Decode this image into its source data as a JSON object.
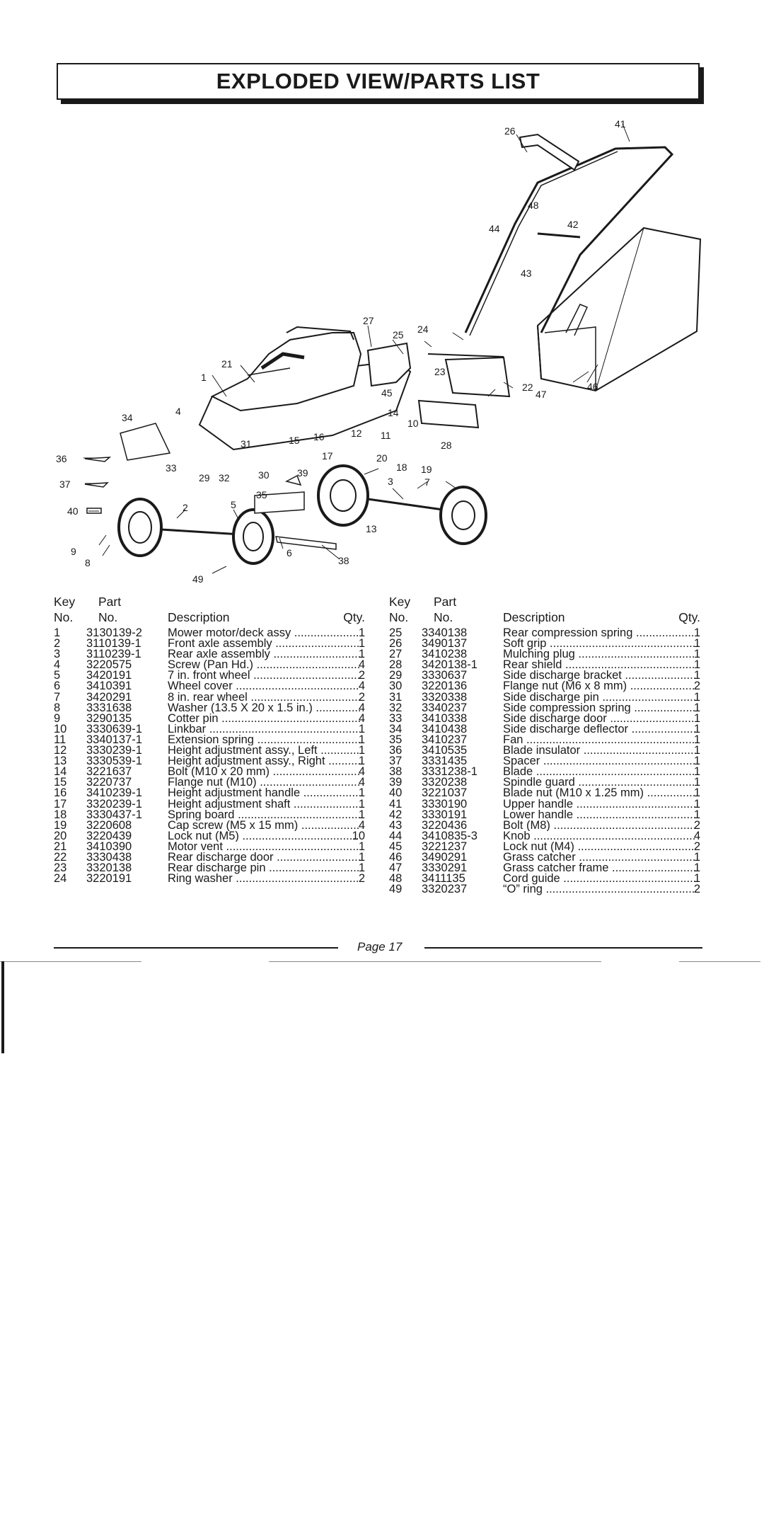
{
  "page": {
    "title": "EXPLODED VIEW/PARTS LIST",
    "page_label": "Page 17"
  },
  "headers": {
    "key_line1": "Key",
    "key_line2": "No.",
    "part_line1": "Part",
    "part_line2": "No.",
    "description": "Description",
    "qty": "Qty."
  },
  "callouts": [
    "1",
    "2",
    "3",
    "4",
    "5",
    "6",
    "7",
    "8",
    "9",
    "10",
    "11",
    "12",
    "13",
    "14",
    "15",
    "16",
    "17",
    "18",
    "19",
    "20",
    "21",
    "22",
    "23",
    "24",
    "25",
    "26",
    "27",
    "28",
    "29",
    "30",
    "31",
    "32",
    "33",
    "34",
    "35",
    "36",
    "37",
    "38",
    "39",
    "40",
    "41",
    "42",
    "43",
    "44",
    "45",
    "46",
    "47",
    "48",
    "49"
  ],
  "parts_left": [
    {
      "key": "1",
      "part": "3130139-2",
      "desc": "Mower motor/deck assy",
      "qty": "1"
    },
    {
      "key": "2",
      "part": "3110139-1",
      "desc": "Front axle assembly",
      "qty": "1"
    },
    {
      "key": "3",
      "part": "3110239-1",
      "desc": "Rear axle assembly",
      "qty": "1"
    },
    {
      "key": "4",
      "part": "3220575",
      "desc": "Screw (Pan Hd.)",
      "qty": "4"
    },
    {
      "key": "5",
      "part": "3420191",
      "desc": "7 in. front wheel",
      "qty": "2"
    },
    {
      "key": "6",
      "part": "3410391",
      "desc": "Wheel cover",
      "qty": "4"
    },
    {
      "key": "7",
      "part": "3420291",
      "desc": "8 in. rear wheel",
      "qty": "2"
    },
    {
      "key": "8",
      "part": "3331638",
      "desc": "Washer (13.5 X 20 x 1.5 in.)",
      "qty": "4"
    },
    {
      "key": "9",
      "part": "3290135",
      "desc": "Cotter pin",
      "qty": "4"
    },
    {
      "key": "10",
      "part": "3330639-1",
      "desc": "Linkbar",
      "qty": "1"
    },
    {
      "key": "11",
      "part": "3340137-1",
      "desc": "Extension spring",
      "qty": "1"
    },
    {
      "key": "12",
      "part": "3330239-1",
      "desc": "Height adjustment assy., Left",
      "qty": "1"
    },
    {
      "key": "13",
      "part": "3330539-1",
      "desc": "Height adjustment assy., Right",
      "qty": "1"
    },
    {
      "key": "14",
      "part": "3221637",
      "desc": "Bolt (M10 x 20 mm)",
      "qty": "4"
    },
    {
      "key": "15",
      "part": "3220737",
      "desc": "Flange nut (M10)",
      "qty": "4"
    },
    {
      "key": "16",
      "part": "3410239-1",
      "desc": "Height adjustment handle",
      "qty": "1"
    },
    {
      "key": "17",
      "part": "3320239-1",
      "desc": "Height adjustment shaft",
      "qty": "1"
    },
    {
      "key": "18",
      "part": "3330437-1",
      "desc": "Spring board",
      "qty": "1"
    },
    {
      "key": "19",
      "part": "3220608",
      "desc": "Cap screw (M5 x 15 mm)",
      "qty": "4"
    },
    {
      "key": "20",
      "part": "3220439",
      "desc": "Lock nut (M5)",
      "qty": "10"
    },
    {
      "key": "21",
      "part": "3410390",
      "desc": "Motor vent",
      "qty": "1"
    },
    {
      "key": "22",
      "part": "3330438",
      "desc": "Rear discharge door",
      "qty": "1"
    },
    {
      "key": "23",
      "part": "3320138",
      "desc": "Rear discharge pin",
      "qty": "1"
    },
    {
      "key": "24",
      "part": "3220191",
      "desc": "Ring washer",
      "qty": "2"
    }
  ],
  "parts_right": [
    {
      "key": "25",
      "part": "3340138",
      "desc": "Rear compression spring",
      "qty": "1"
    },
    {
      "key": "26",
      "part": "3490137",
      "desc": "Soft grip",
      "qty": "1"
    },
    {
      "key": "27",
      "part": "3410238",
      "desc": "Mulching plug",
      "qty": "1"
    },
    {
      "key": "28",
      "part": "3420138-1",
      "desc": "Rear shield",
      "qty": "1"
    },
    {
      "key": "29",
      "part": "3330637",
      "desc": "Side discharge bracket",
      "qty": "1"
    },
    {
      "key": "30",
      "part": "3220136",
      "desc": "Flange nut (M6 x 8 mm)",
      "qty": "2"
    },
    {
      "key": "31",
      "part": "3320338",
      "desc": "Side discharge pin",
      "qty": "1"
    },
    {
      "key": "32",
      "part": "3340237",
      "desc": "Side compression spring",
      "qty": "1"
    },
    {
      "key": "33",
      "part": "3410338",
      "desc": "Side discharge door",
      "qty": "1"
    },
    {
      "key": "34",
      "part": "3410438",
      "desc": "Side discharge deflector",
      "qty": "1"
    },
    {
      "key": "35",
      "part": "3410237",
      "desc": "Fan",
      "qty": "1"
    },
    {
      "key": "36",
      "part": "3410535",
      "desc": "Blade insulator",
      "qty": "1"
    },
    {
      "key": "37",
      "part": "3331435",
      "desc": "Spacer",
      "qty": "1"
    },
    {
      "key": "38",
      "part": "3331238-1",
      "desc": "Blade",
      "qty": "1"
    },
    {
      "key": "39",
      "part": "3320238",
      "desc": "Spindle guard",
      "qty": "1"
    },
    {
      "key": "40",
      "part": "3221037",
      "desc": "Blade nut (M10 x 1.25 mm)",
      "qty": "1"
    },
    {
      "key": "41",
      "part": "3330190",
      "desc": "Upper handle",
      "qty": "1"
    },
    {
      "key": "42",
      "part": "3330191",
      "desc": "Lower handle",
      "qty": "1"
    },
    {
      "key": "43",
      "part": "3220436",
      "desc": "Bolt (M8)",
      "qty": "2"
    },
    {
      "key": "44",
      "part": "3410835-3",
      "desc": "Knob",
      "qty": "4"
    },
    {
      "key": "45",
      "part": "3221237",
      "desc": "Lock nut (M4)",
      "qty": "2"
    },
    {
      "key": "46",
      "part": "3490291",
      "desc": "Grass catcher",
      "qty": "1"
    },
    {
      "key": "47",
      "part": "3330291",
      "desc": "Grass catcher frame",
      "qty": "1"
    },
    {
      "key": "48",
      "part": "3411135",
      "desc": "Cord guide",
      "qty": "1"
    },
    {
      "key": "49",
      "part": "3320237",
      "desc": "“O” ring",
      "qty": "2"
    }
  ]
}
